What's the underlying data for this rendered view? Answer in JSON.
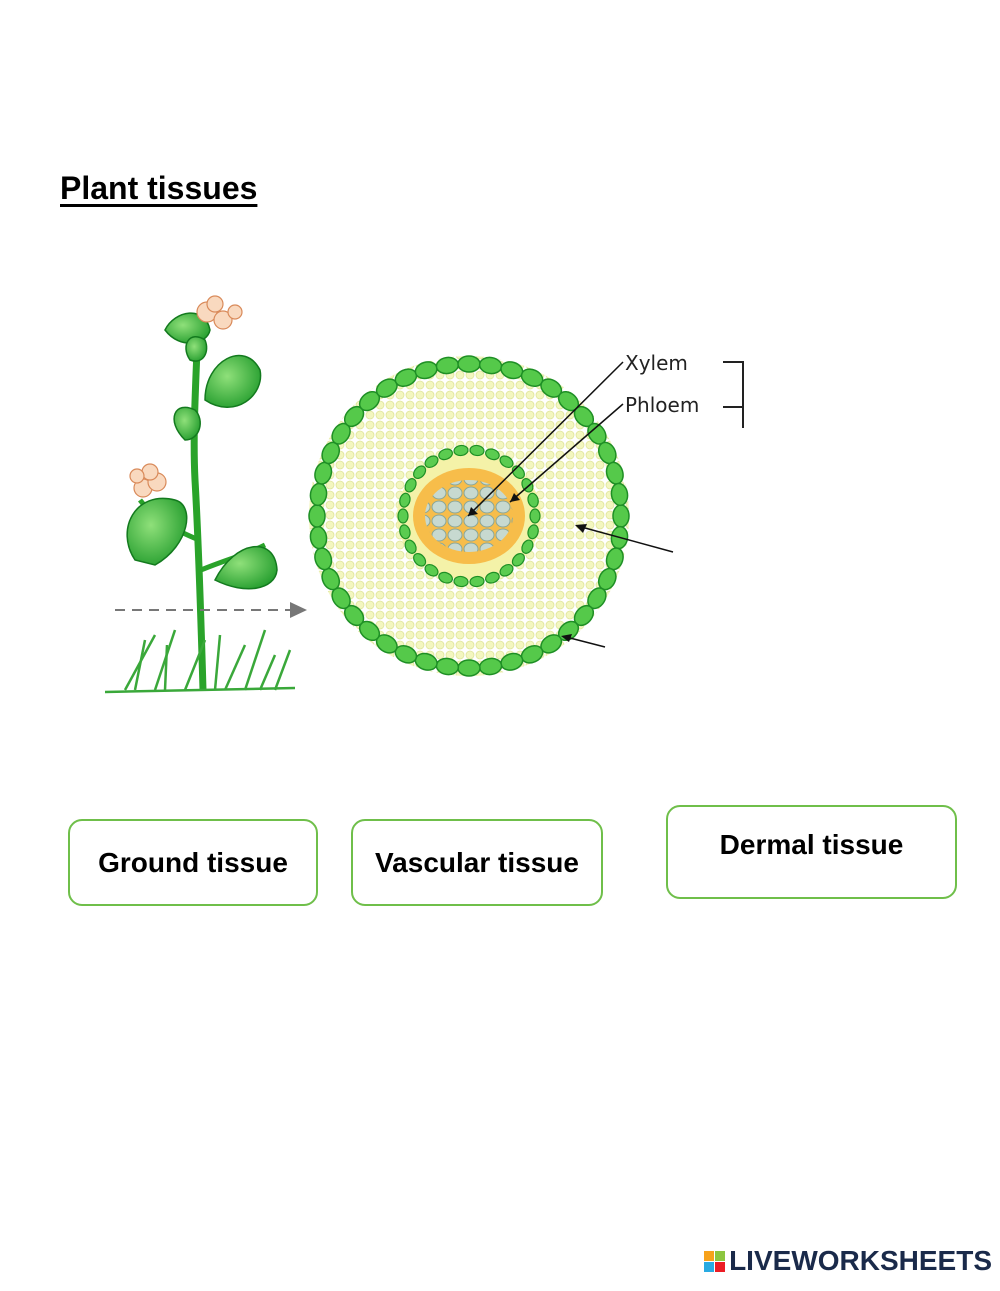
{
  "title": "Plant tissues",
  "diagram": {
    "labels": {
      "xylem": "Xylem",
      "phloem": "Phloem"
    }
  },
  "answer_boxes": [
    {
      "label": "Ground tissue"
    },
    {
      "label": "Vascular tissue"
    },
    {
      "label": "Dermal tissue"
    }
  ],
  "brand": {
    "text": "LIVEWORKSHEETS",
    "logo_colors": [
      "#f7a21b",
      "#8cc63f",
      "#29abe2",
      "#ec1c24"
    ]
  },
  "colors": {
    "box_border": "#6fbf4a",
    "cell_green": "#3dbb3a",
    "ground_fill": "#f2f5b8"
  }
}
